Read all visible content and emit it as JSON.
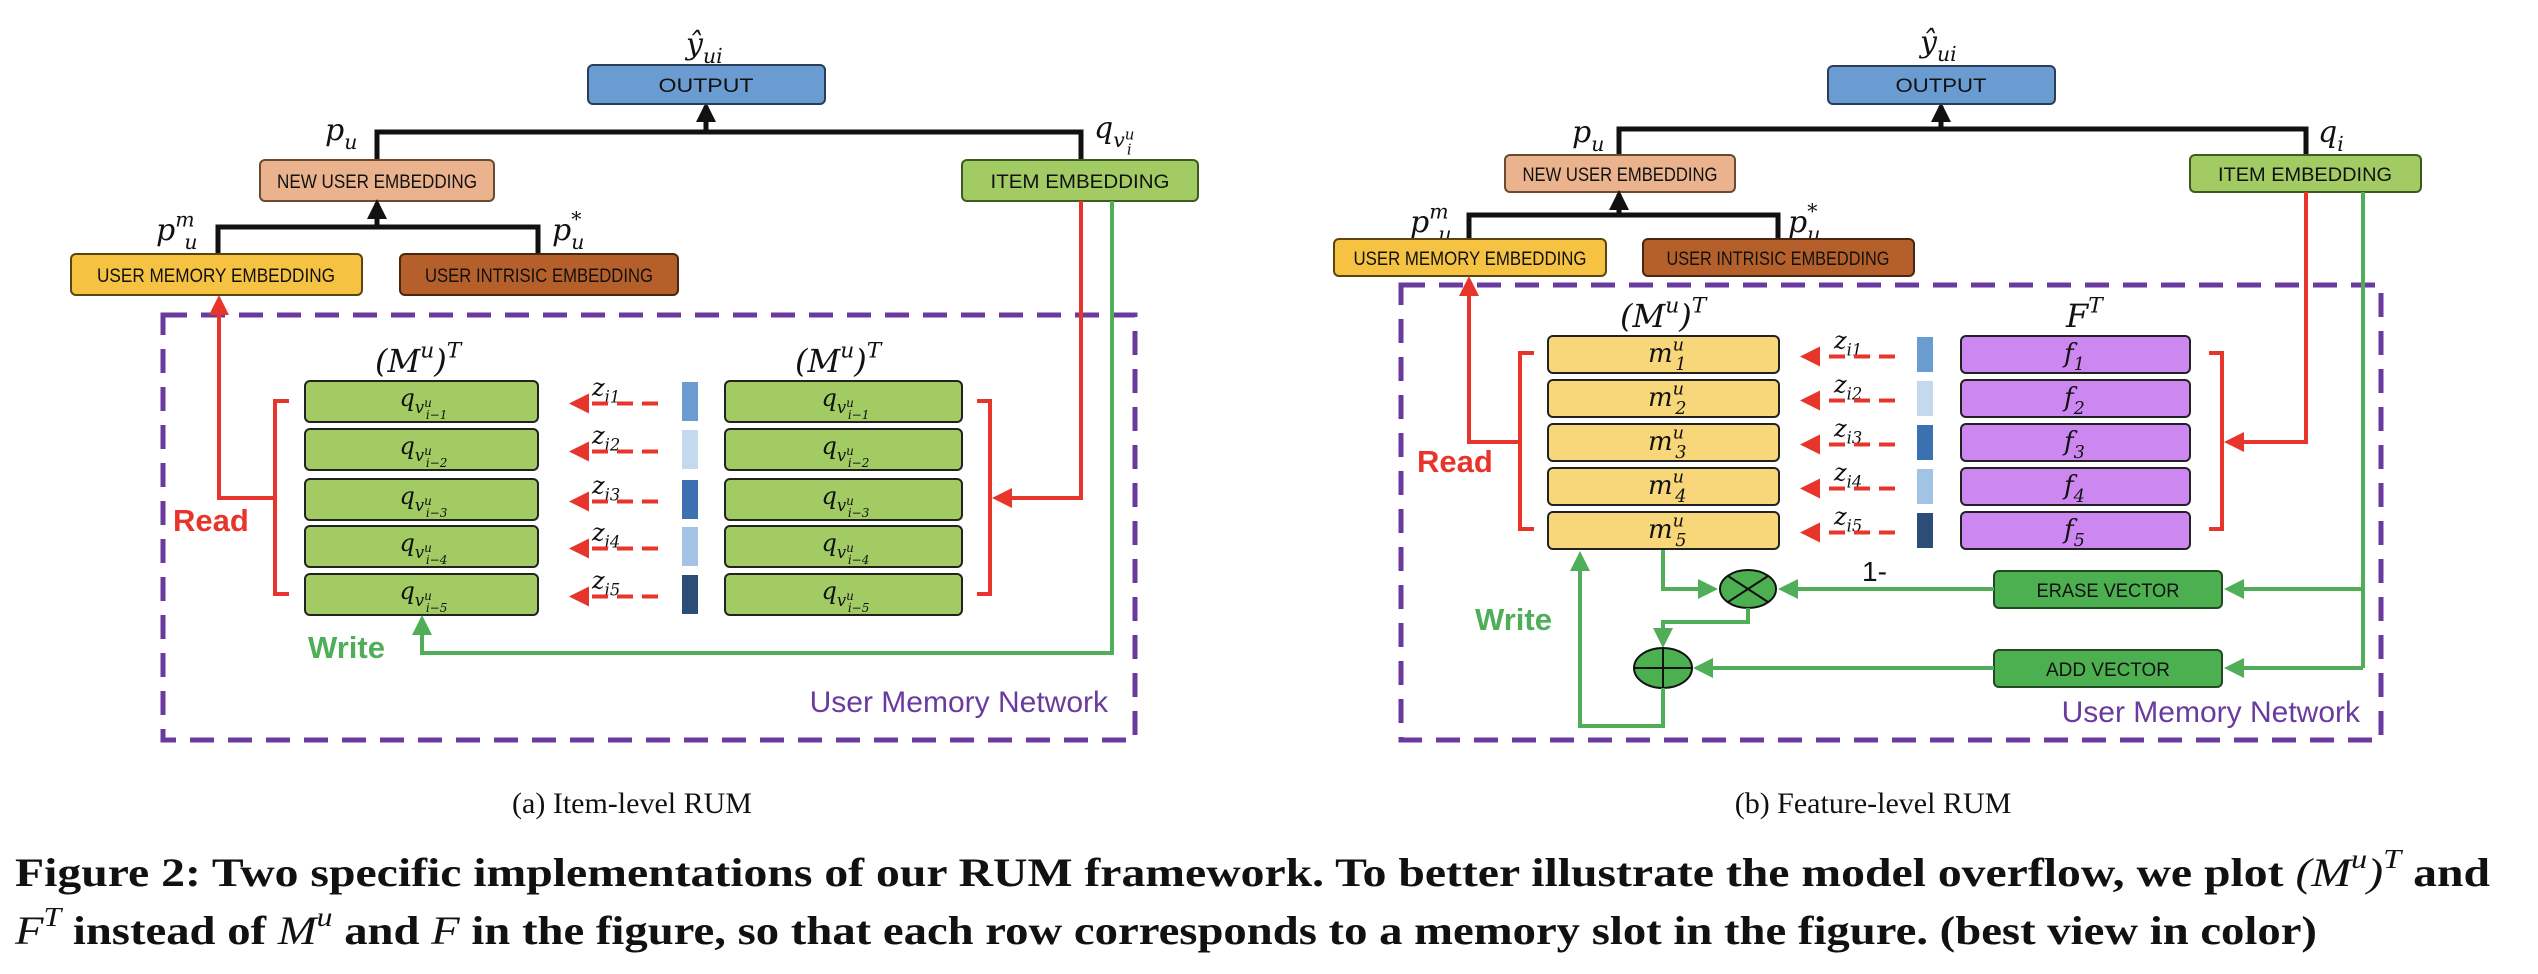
{
  "colors": {
    "output": "#6a9bd1",
    "new_user": "#eab38e",
    "item": "#a2cc63",
    "user_memory": "#f5c242",
    "user_intrinsic": "#b5602a",
    "memory_slot_item": "#a2cc63",
    "memory_slot_feature": "#f8d77a",
    "feature_slot": "#cc88f0",
    "erase_add": "#4caf50",
    "read": "#e8352b",
    "write": "#4fae57",
    "network_border": "#6a3a9e",
    "attention_bars": [
      "#6a9bd1",
      "#c5d9ee",
      "#3d70b0",
      "#a3c3e4",
      "#2c4d78"
    ]
  },
  "figure_a": {
    "output": "OUTPUT",
    "y_hat": [
      {
        "t": "ŷ"
      },
      {
        "t": "ui",
        "pos": "sub"
      }
    ],
    "new_user": "NEW USER EMBEDDING",
    "item": "ITEM EMBEDDING",
    "user_memory": "USER MEMORY EMBEDDING",
    "user_intrinsic": "USER INTRISIC EMBEDDING",
    "p_u": [
      {
        "t": "p"
      },
      {
        "t": "u",
        "pos": "sub"
      }
    ],
    "q_item": [
      {
        "t": "q"
      },
      {
        "t": "v",
        "pos": "sub"
      },
      {
        "t": "u",
        "pos": "subsup"
      },
      {
        "t": "i",
        "pos": "subsub"
      }
    ],
    "p_m": [
      {
        "t": "p"
      },
      {
        "t": "m",
        "pos": "sup"
      },
      {
        "t": "u",
        "pos": "sub"
      }
    ],
    "p_star": [
      {
        "t": "p"
      },
      {
        "t": "*",
        "pos": "sup"
      },
      {
        "t": "u",
        "pos": "sub"
      }
    ],
    "memory_left_title": [
      {
        "t": "(M"
      },
      {
        "t": "u",
        "pos": "sup"
      },
      {
        "t": ")"
      },
      {
        "t": "T",
        "pos": "sup"
      }
    ],
    "memory_right_title": [
      {
        "t": "(M"
      },
      {
        "t": "u",
        "pos": "sup"
      },
      {
        "t": ")"
      },
      {
        "t": "T",
        "pos": "sup"
      }
    ],
    "slots": [
      "i−1",
      "i−2",
      "i−3",
      "i−4",
      "i−5"
    ],
    "weights": [
      "i1",
      "i2",
      "i3",
      "i4",
      "i5"
    ],
    "read": "Read",
    "write": "Write",
    "network": "User Memory Network",
    "caption": "(a) Item-level RUM"
  },
  "figure_b": {
    "output": "OUTPUT",
    "y_hat": [
      {
        "t": "ŷ"
      },
      {
        "t": "ui",
        "pos": "sub"
      }
    ],
    "new_user": "NEW USER EMBEDDING",
    "item": "ITEM EMBEDDING",
    "user_memory": "USER MEMORY EMBEDDING",
    "user_intrinsic": "USER INTRISIC EMBEDDING",
    "p_u": [
      {
        "t": "p"
      },
      {
        "t": "u",
        "pos": "sub"
      }
    ],
    "q_i": [
      {
        "t": "q"
      },
      {
        "t": "i",
        "pos": "sub"
      }
    ],
    "p_m": [
      {
        "t": "p"
      },
      {
        "t": "m",
        "pos": "sup"
      },
      {
        "t": "u",
        "pos": "sub"
      }
    ],
    "p_star": [
      {
        "t": "p"
      },
      {
        "t": "*",
        "pos": "sup"
      },
      {
        "t": "u",
        "pos": "sub"
      }
    ],
    "memory_title": [
      {
        "t": "(M"
      },
      {
        "t": "u",
        "pos": "sup"
      },
      {
        "t": ")"
      },
      {
        "t": "T",
        "pos": "sup"
      }
    ],
    "feature_title": [
      {
        "t": "F"
      },
      {
        "t": "T",
        "pos": "sup"
      }
    ],
    "memory_slots": [
      "1",
      "2",
      "3",
      "4",
      "5"
    ],
    "feature_slots": [
      "1",
      "2",
      "3",
      "4",
      "5"
    ],
    "weights": [
      "i1",
      "i2",
      "i3",
      "i4",
      "i5"
    ],
    "erase": "ERASE VECTOR",
    "add": "ADD VECTOR",
    "one_minus": "1-",
    "read": "Read",
    "write": "Write",
    "network": "User Memory Network",
    "caption": "(b) Feature-level RUM"
  },
  "caption": {
    "line1": [
      {
        "t": "Figure 2: Two specific implementations of our RUM framework. To better illustrate the model overflow, we plot "
      },
      {
        "t": "(M",
        "it": true
      },
      {
        "t": "u",
        "pos": "sup",
        "it": true
      },
      {
        "t": ")",
        "it": true
      },
      {
        "t": "T",
        "pos": "sup",
        "it": true
      },
      {
        "t": " and"
      }
    ],
    "line2": [
      {
        "t": "F",
        "it": true
      },
      {
        "t": "T",
        "pos": "sup",
        "it": true
      },
      {
        "t": " instead of "
      },
      {
        "t": "M",
        "it": true
      },
      {
        "t": "u",
        "pos": "sup",
        "it": true
      },
      {
        "t": " and "
      },
      {
        "t": "F",
        "it": true
      },
      {
        "t": " in the figure, so that each row corresponds to a memory slot in the figure. (best view in color)"
      }
    ]
  }
}
